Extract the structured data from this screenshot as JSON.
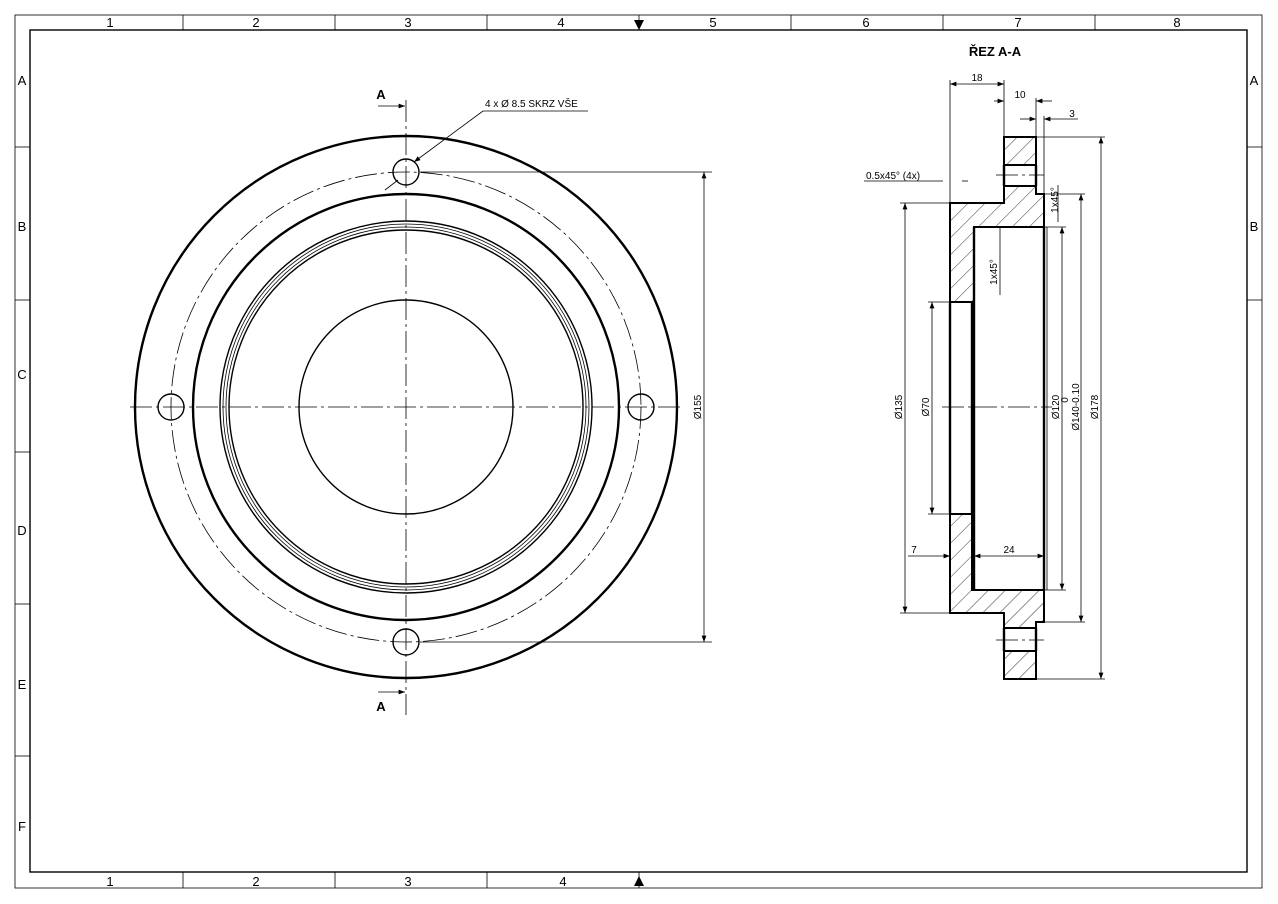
{
  "frame": {
    "columns": [
      "1",
      "2",
      "3",
      "4",
      "5",
      "6",
      "7",
      "8"
    ],
    "columns_bottom": [
      "1",
      "2",
      "3",
      "4"
    ],
    "rows": [
      "A",
      "B",
      "C",
      "D",
      "E",
      "F"
    ]
  },
  "front_view": {
    "section_mark_top": "A",
    "section_mark_bottom": "A",
    "hole_callout": "4 x Ø 8.5 SKRZ VŠE",
    "bolt_circle_dim": "Ø155"
  },
  "section_view": {
    "title": "ŘEZ A-A",
    "dims": {
      "d18": "18",
      "d10": "10",
      "d3": "3",
      "chamfer_4x": "0.5x45° (4x)",
      "chamfer_outer": "1x45°",
      "chamfer_inner": "1x45°",
      "dia135": "Ø135",
      "dia70": "Ø70",
      "dia120": "Ø120",
      "tol_upper": "0",
      "dia140": "Ø140-0.10",
      "dia178": "Ø178",
      "d7": "7",
      "d24": "24"
    }
  }
}
